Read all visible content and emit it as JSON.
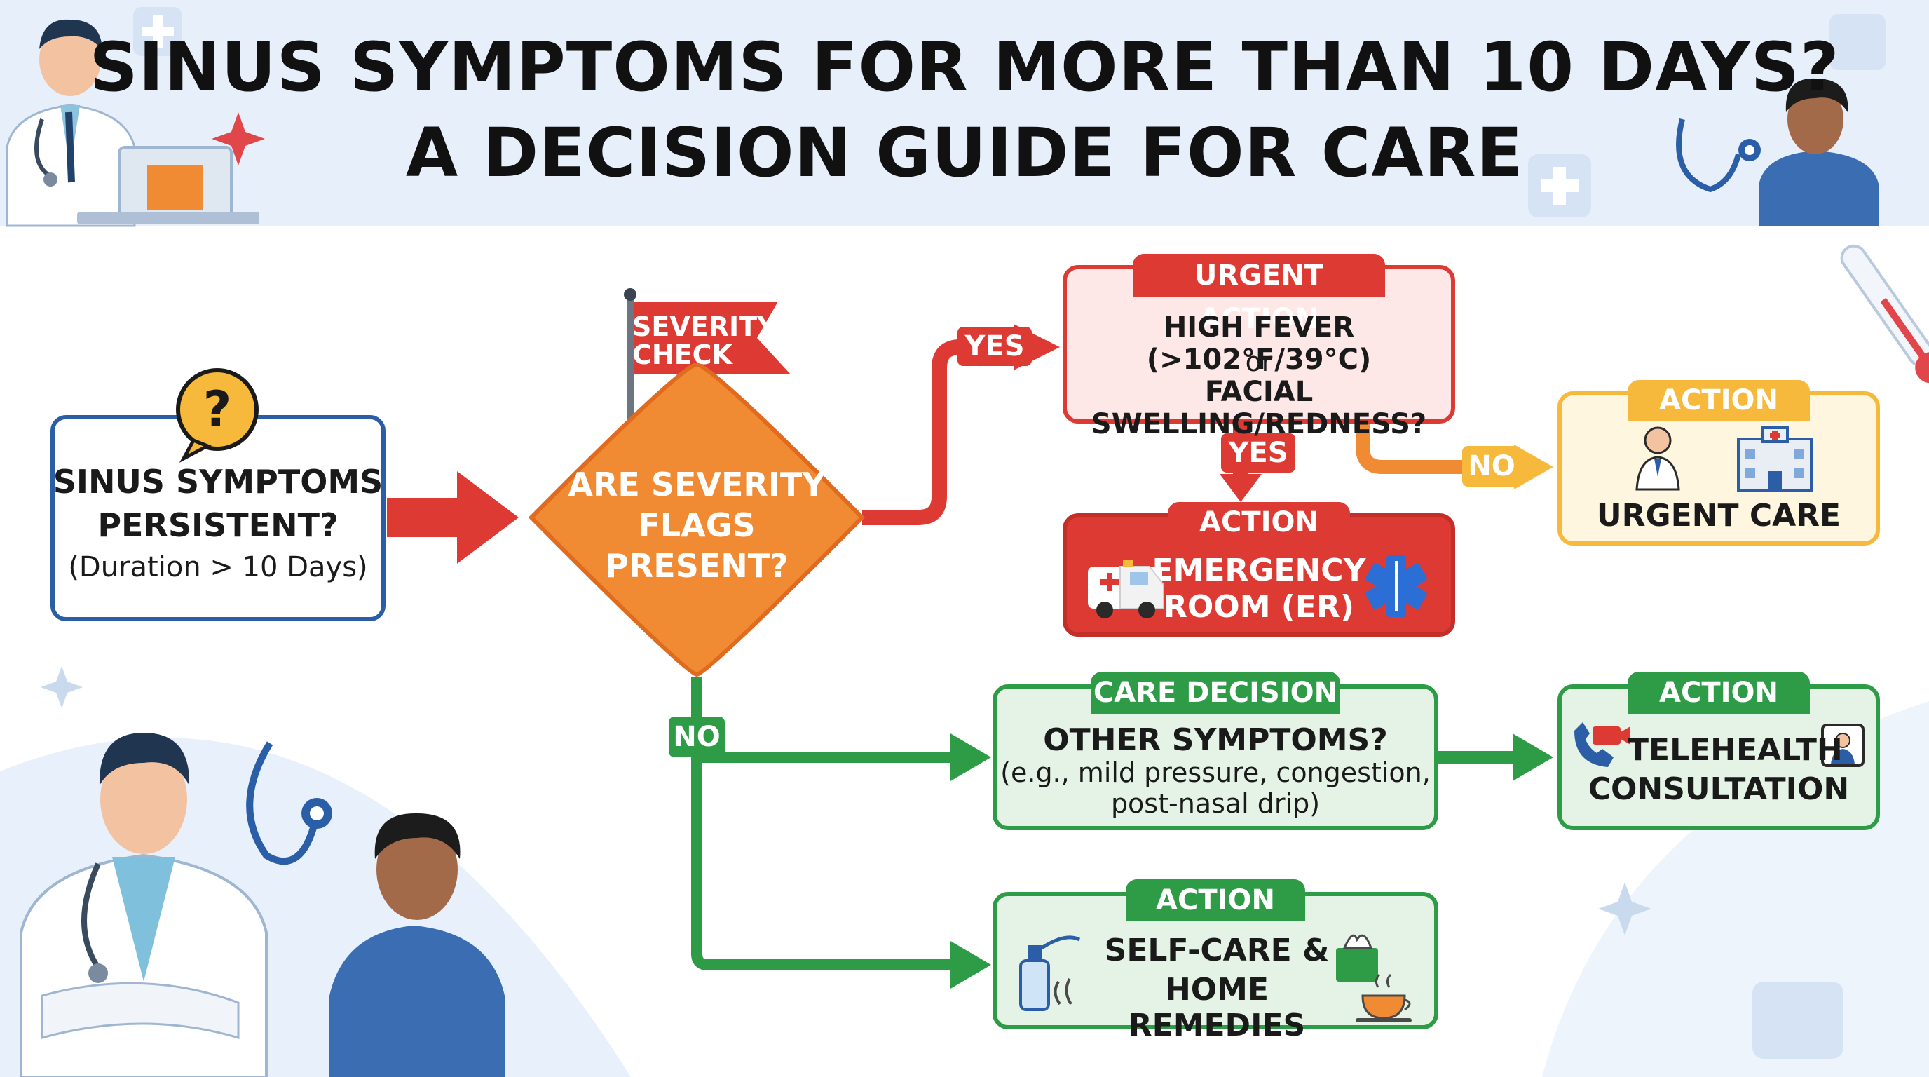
{
  "title": {
    "line1": "SINUS SYMPTOMS FOR MORE THAN 10 DAYS?",
    "line2": "A DECISION GUIDE FOR CARE"
  },
  "colors": {
    "blue": "#2b5ea7",
    "orange": "#f08a33",
    "red": "#dc3a33",
    "green": "#2e9b47",
    "yellow": "#f6b93b",
    "header_bg": "#e7f0fa"
  },
  "nodes": {
    "start": {
      "icon": "question-mark-bubble-icon",
      "line1": "SINUS SYMPTOMS",
      "line2": "PERSISTENT?",
      "line3": "(Duration > 10 Days)"
    },
    "severity_flag": {
      "line1": "SEVERITY",
      "line2": "CHECK"
    },
    "decision": {
      "line1": "ARE SEVERITY",
      "line2": "FLAGS",
      "line3": "PRESENT?"
    },
    "urgent": {
      "tab": "URGENT ACTION",
      "line1": "HIGH FEVER (>102°F/39°C)",
      "line2": "or",
      "line3": "FACIAL SWELLING/REDNESS?"
    },
    "er": {
      "tab": "ACTION",
      "line1": "EMERGENCY",
      "line2": "ROOM (ER)",
      "icons": [
        "ambulance-icon",
        "star-of-life-icon"
      ]
    },
    "urgent_care": {
      "tab": "ACTION",
      "label": "URGENT CARE",
      "icons": [
        "doctor-icon",
        "hospital-icon"
      ]
    },
    "care_decision": {
      "tab": "CARE DECISION",
      "line1": "OTHER SYMPTOMS?",
      "line2": "(e.g., mild pressure, congestion,",
      "line3": "post-nasal drip)"
    },
    "telehealth": {
      "tab": "ACTION",
      "line1": "TELEHEALTH",
      "line2": "CONSULTATION",
      "icons": [
        "phone-video-icon",
        "doctor-screen-icon"
      ]
    },
    "selfcare": {
      "tab": "ACTION",
      "line1": "SELF-CARE &",
      "line2": "HOME REMEDIES",
      "icons": [
        "nasal-spray-icon",
        "tissue-tea-icon"
      ]
    }
  },
  "edges": {
    "yes_to_urgent": "YES",
    "yes_to_er": "YES",
    "no_to_urgent_care": "NO",
    "no_from_decision": "NO"
  }
}
